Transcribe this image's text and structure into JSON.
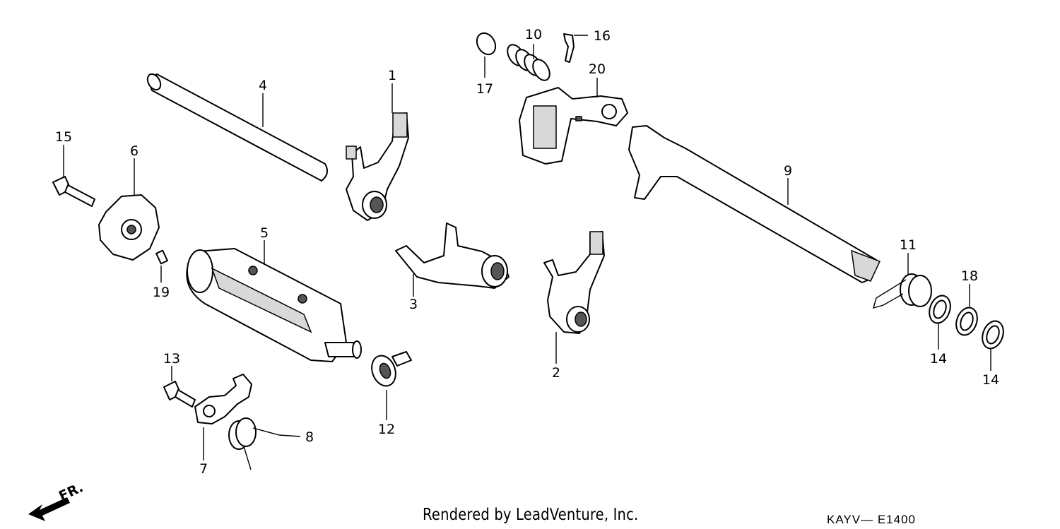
{
  "parts": [
    {
      "id": "p1",
      "label": "1"
    },
    {
      "id": "p2",
      "label": "2"
    },
    {
      "id": "p3",
      "label": "3"
    },
    {
      "id": "p4",
      "label": "4"
    },
    {
      "id": "p5",
      "label": "5"
    },
    {
      "id": "p6",
      "label": "6"
    },
    {
      "id": "p7",
      "label": "7"
    },
    {
      "id": "p8",
      "label": "8"
    },
    {
      "id": "p9",
      "label": "9"
    },
    {
      "id": "p10",
      "label": "10"
    },
    {
      "id": "p11",
      "label": "11"
    },
    {
      "id": "p12",
      "label": "12"
    },
    {
      "id": "p13",
      "label": "13"
    },
    {
      "id": "p14a",
      "label": "14"
    },
    {
      "id": "p14b",
      "label": "14"
    },
    {
      "id": "p15",
      "label": "15"
    },
    {
      "id": "p16",
      "label": "16"
    },
    {
      "id": "p17",
      "label": "17"
    },
    {
      "id": "p18",
      "label": "18"
    },
    {
      "id": "p19",
      "label": "19"
    },
    {
      "id": "p20",
      "label": "20"
    }
  ],
  "direction_label": "FR.",
  "credit": "Rendered by LeadVenture, Inc.",
  "diagram_code": "KAYV— E1400"
}
